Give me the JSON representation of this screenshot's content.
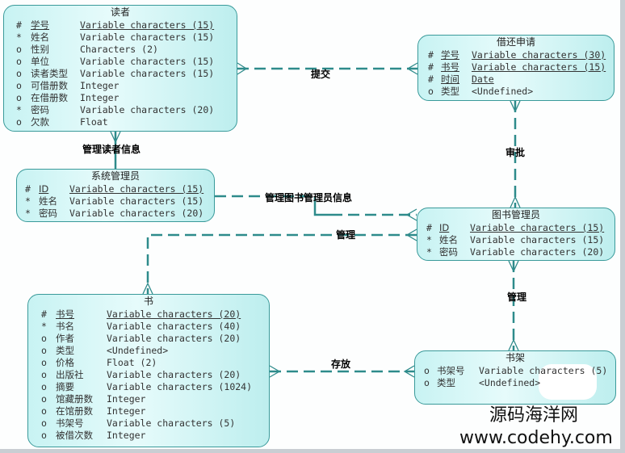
{
  "entities": [
    {
      "id": "reader",
      "title": "读者",
      "attributes": [
        {
          "marker": "#",
          "name": "学号",
          "type": "Variable characters (15)",
          "pk": true
        },
        {
          "marker": "*",
          "name": "姓名",
          "type": "Variable characters (15)"
        },
        {
          "marker": "o",
          "name": "性别",
          "type": "Characters (2)"
        },
        {
          "marker": "o",
          "name": "单位",
          "type": "Variable characters (15)"
        },
        {
          "marker": "o",
          "name": "读者类型",
          "type": "Variable characters (15)"
        },
        {
          "marker": "o",
          "name": "可借册数",
          "type": "Integer"
        },
        {
          "marker": "o",
          "name": "在借册数",
          "type": "Integer"
        },
        {
          "marker": "*",
          "name": "密码",
          "type": "Variable characters (20)"
        },
        {
          "marker": "o",
          "name": "欠款",
          "type": "Float"
        }
      ]
    },
    {
      "id": "borrow-request",
      "title": "借还申请",
      "attributes": [
        {
          "marker": "#",
          "name": "学号",
          "type": "Variable characters (30)",
          "pk": true
        },
        {
          "marker": "#",
          "name": "书号",
          "type": "Variable characters (15)",
          "pk": true
        },
        {
          "marker": "#",
          "name": "时间",
          "type": "Date",
          "pk": true
        },
        {
          "marker": "o",
          "name": "类型",
          "type": "<Undefined>"
        }
      ]
    },
    {
      "id": "system-admin",
      "title": "系统管理员",
      "attributes": [
        {
          "marker": "#",
          "name": "ID",
          "type": "Variable characters (15)",
          "pk": true
        },
        {
          "marker": "*",
          "name": "姓名",
          "type": "Variable characters (15)"
        },
        {
          "marker": "*",
          "name": "密码",
          "type": "Variable characters (20)"
        }
      ]
    },
    {
      "id": "librarian",
      "title": "图书管理员",
      "attributes": [
        {
          "marker": "#",
          "name": "ID",
          "type": "Variable characters (15)",
          "pk": true
        },
        {
          "marker": "*",
          "name": "姓名",
          "type": "Variable characters (15)"
        },
        {
          "marker": "*",
          "name": "密码",
          "type": "Variable characters (20)"
        }
      ]
    },
    {
      "id": "book",
      "title": "书",
      "attributes": [
        {
          "marker": "#",
          "name": "书号",
          "type": "Variable characters (20)",
          "pk": true
        },
        {
          "marker": "*",
          "name": "书名",
          "type": "Variable characters (40)"
        },
        {
          "marker": "o",
          "name": "作者",
          "type": "Variable characters (20)"
        },
        {
          "marker": "o",
          "name": "类型",
          "type": "<Undefined>"
        },
        {
          "marker": "o",
          "name": "价格",
          "type": "Float (2)"
        },
        {
          "marker": "o",
          "name": "出版社",
          "type": "Variable characters (20)"
        },
        {
          "marker": "o",
          "name": "摘要",
          "type": "Variable characters (1024)"
        },
        {
          "marker": "o",
          "name": "馆藏册数",
          "type": "Integer"
        },
        {
          "marker": "o",
          "name": "在馆册数",
          "type": "Integer"
        },
        {
          "marker": "o",
          "name": "书架号",
          "type": "Variable characters (5)"
        },
        {
          "marker": "o",
          "name": "被借次数",
          "type": "Integer"
        }
      ]
    },
    {
      "id": "bookshelf",
      "title": "书架",
      "attributes": [
        {
          "marker": "o",
          "name": "书架号",
          "type": "Variable characters (5)"
        },
        {
          "marker": "o",
          "name": "类型",
          "type": "<Undefined>"
        }
      ]
    }
  ],
  "relationships": [
    {
      "id": "submit",
      "label": "提交"
    },
    {
      "id": "approve",
      "label": "审批"
    },
    {
      "id": "manage-reader-info",
      "label": "管理读者信息"
    },
    {
      "id": "manage-librarian-info",
      "label": "管理图书管理员信息"
    },
    {
      "id": "manage-book",
      "label": "管理"
    },
    {
      "id": "manage-shelf",
      "label": "管理"
    },
    {
      "id": "store",
      "label": "存放"
    }
  ],
  "colors": {
    "line": "#2e8b8b",
    "entity_fill": "#d4f6f6",
    "entity_border": "#3a9a9a"
  },
  "watermark": {
    "name": "源码海洋网",
    "url": "www.codehy.com"
  }
}
